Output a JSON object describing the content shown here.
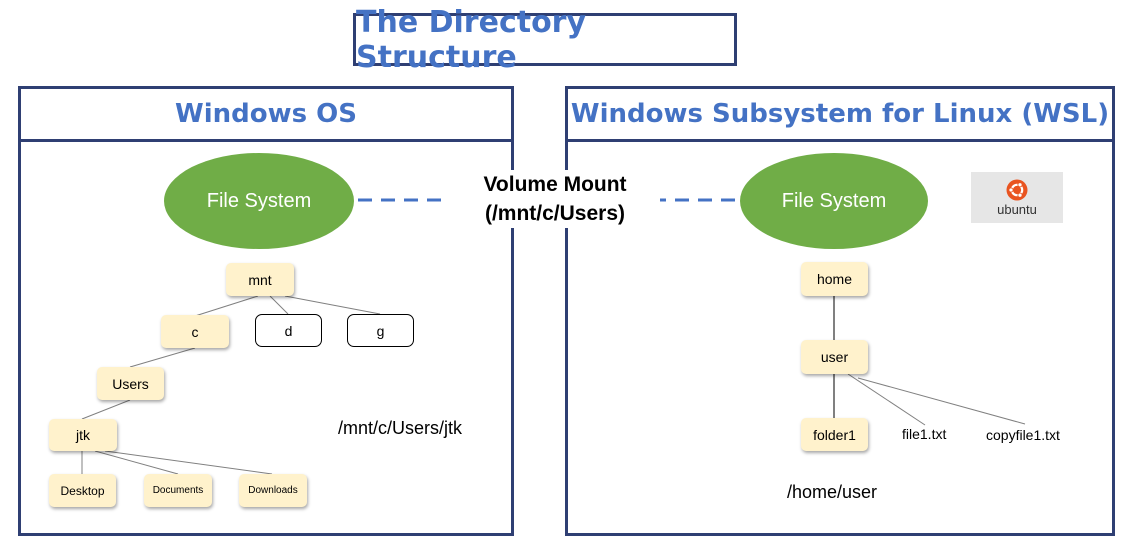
{
  "title": "The Directory Structure",
  "windows": {
    "heading": "Windows OS",
    "filesystem": "File System",
    "tree": {
      "mnt": "mnt",
      "c": "c",
      "d": "d",
      "g": "g",
      "users": "Users",
      "jtk": "jtk",
      "desktop": "Desktop",
      "documents": "Documents",
      "downloads": "Downloads"
    },
    "path": "/mnt/c/Users/jtk"
  },
  "mount": {
    "label": "Volume Mount",
    "path": "(/mnt/c/Users)"
  },
  "wsl": {
    "heading": "Windows Subsystem for Linux (WSL)",
    "filesystem": "File System",
    "logo_text": "ubuntu",
    "tree": {
      "home": "home",
      "user": "user",
      "folder1": "folder1",
      "file1": "file1.txt",
      "copyfile1": "copyfile1.txt"
    },
    "path": "/home/user"
  },
  "colors": {
    "title_blue": "#4472C4",
    "border_navy": "#2F3F73",
    "ellipse_green": "#70AD47",
    "node_fill": "#FFF2CC",
    "ubuntu_orange": "#E95420"
  }
}
